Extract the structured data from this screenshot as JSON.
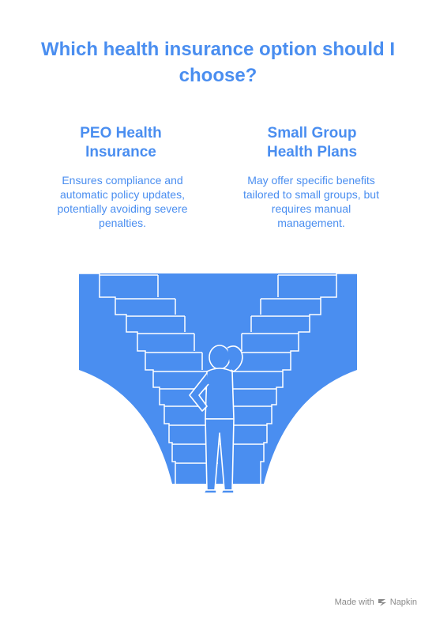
{
  "title": "Which health insurance option should I choose?",
  "options": [
    {
      "title": "PEO Health Insurance",
      "description": "Ensures compliance and automatic policy updates, potentially avoiding severe penalties."
    },
    {
      "title": "Small Group Health Plans",
      "description": "May offer specific benefits tailored to small groups, but requires manual management."
    }
  ],
  "footer": {
    "made_with": "Made with",
    "brand": "Napkin",
    "brand_icon": "napkin-logo-icon"
  },
  "colors": {
    "accent": "#4a8ef0",
    "stair_fill": "#4a8ef0",
    "stair_line": "#ffffff"
  }
}
